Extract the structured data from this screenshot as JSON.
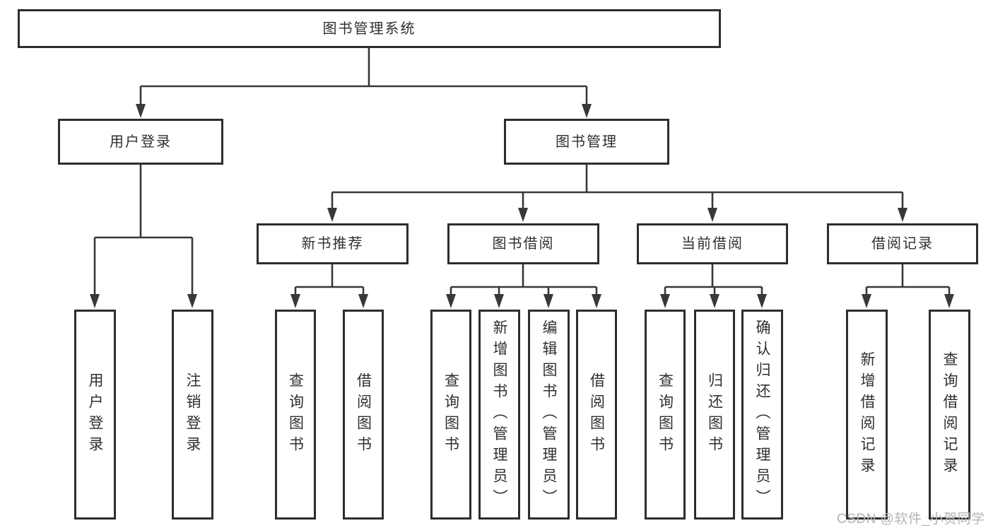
{
  "diagram": {
    "root": {
      "label": "图书管理系统"
    },
    "branches": [
      {
        "label": "用户登录",
        "children": [
          {
            "label": "用户登录"
          },
          {
            "label": "注销登录"
          }
        ]
      },
      {
        "label": "图书管理",
        "children": [
          {
            "label": "新书推荐",
            "children": [
              {
                "label": "查询图书"
              },
              {
                "label": "借阅图书"
              }
            ]
          },
          {
            "label": "图书借阅",
            "children": [
              {
                "label": "查询图书"
              },
              {
                "label": "新增图书（管理员）"
              },
              {
                "label": "编辑图书（管理员）"
              },
              {
                "label": "借阅图书"
              }
            ]
          },
          {
            "label": "当前借阅",
            "children": [
              {
                "label": "查询图书"
              },
              {
                "label": "归还图书"
              },
              {
                "label": "确认归还（管理员）"
              }
            ]
          },
          {
            "label": "借阅记录",
            "children": [
              {
                "label": "新增借阅记录"
              },
              {
                "label": "查询借阅记录"
              }
            ]
          }
        ]
      }
    ]
  },
  "watermark": {
    "text": "CSDN @软件_小贺同学"
  },
  "colors": {
    "line": "#383838",
    "border": "#2d2d2d",
    "text": "#2f2f2f",
    "watermark": "#b4b4b4",
    "bg": "#ffffff"
  }
}
